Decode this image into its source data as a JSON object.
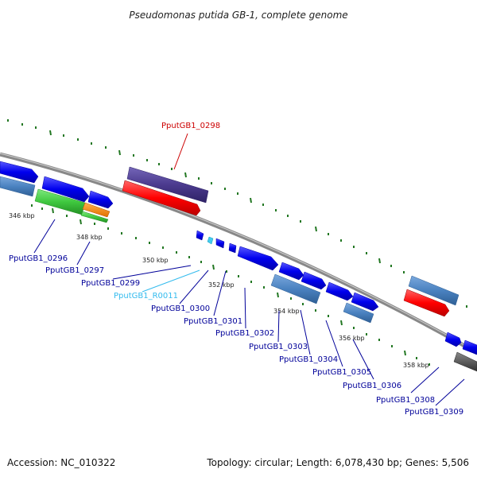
{
  "map": {
    "title": "Pseudomonas putida GB-1, complete genome",
    "accession": "Accession: NC_010322",
    "summary": "Topology: circular; Length: 6,078,430 bp; Genes: 5,506"
  },
  "scale_labels": [
    "346 kbp",
    "348 kbp",
    "350 kbp",
    "352 kbp",
    "354 kbp",
    "356 kbp",
    "358 kbp"
  ],
  "gene_labels": [
    {
      "text": "PputGB1_0298",
      "color": "#cc0000"
    },
    {
      "text": "PputGB1_0296",
      "color": "#000099"
    },
    {
      "text": "PputGB1_0297",
      "color": "#000099"
    },
    {
      "text": "PputGB1_0299",
      "color": "#000099"
    },
    {
      "text": "PputGB1_R0011",
      "color": "#33bbee"
    },
    {
      "text": "PputGB1_0300",
      "color": "#000099"
    },
    {
      "text": "PputGB1_0301",
      "color": "#000099"
    },
    {
      "text": "PputGB1_0302",
      "color": "#000099"
    },
    {
      "text": "PputGB1_0303",
      "color": "#000099"
    },
    {
      "text": "PputGB1_0304",
      "color": "#000099"
    },
    {
      "text": "PputGB1_0305",
      "color": "#000099"
    },
    {
      "text": "PputGB1_0306",
      "color": "#000099"
    },
    {
      "text": "PputGB1_0308",
      "color": "#000099"
    },
    {
      "text": "PputGB1_0309",
      "color": "#000099"
    }
  ],
  "feature_colors": {
    "cds": "#0000ee",
    "cds_highlight": "#ff0000",
    "blast_hit": "#4a82c0",
    "purple": "#4b3a8e",
    "green": "#3fc83f",
    "orange": "#ff8c00",
    "rna": "#33ccee",
    "gray": "#555555",
    "backbone": "#888888",
    "tick": "#227722"
  }
}
